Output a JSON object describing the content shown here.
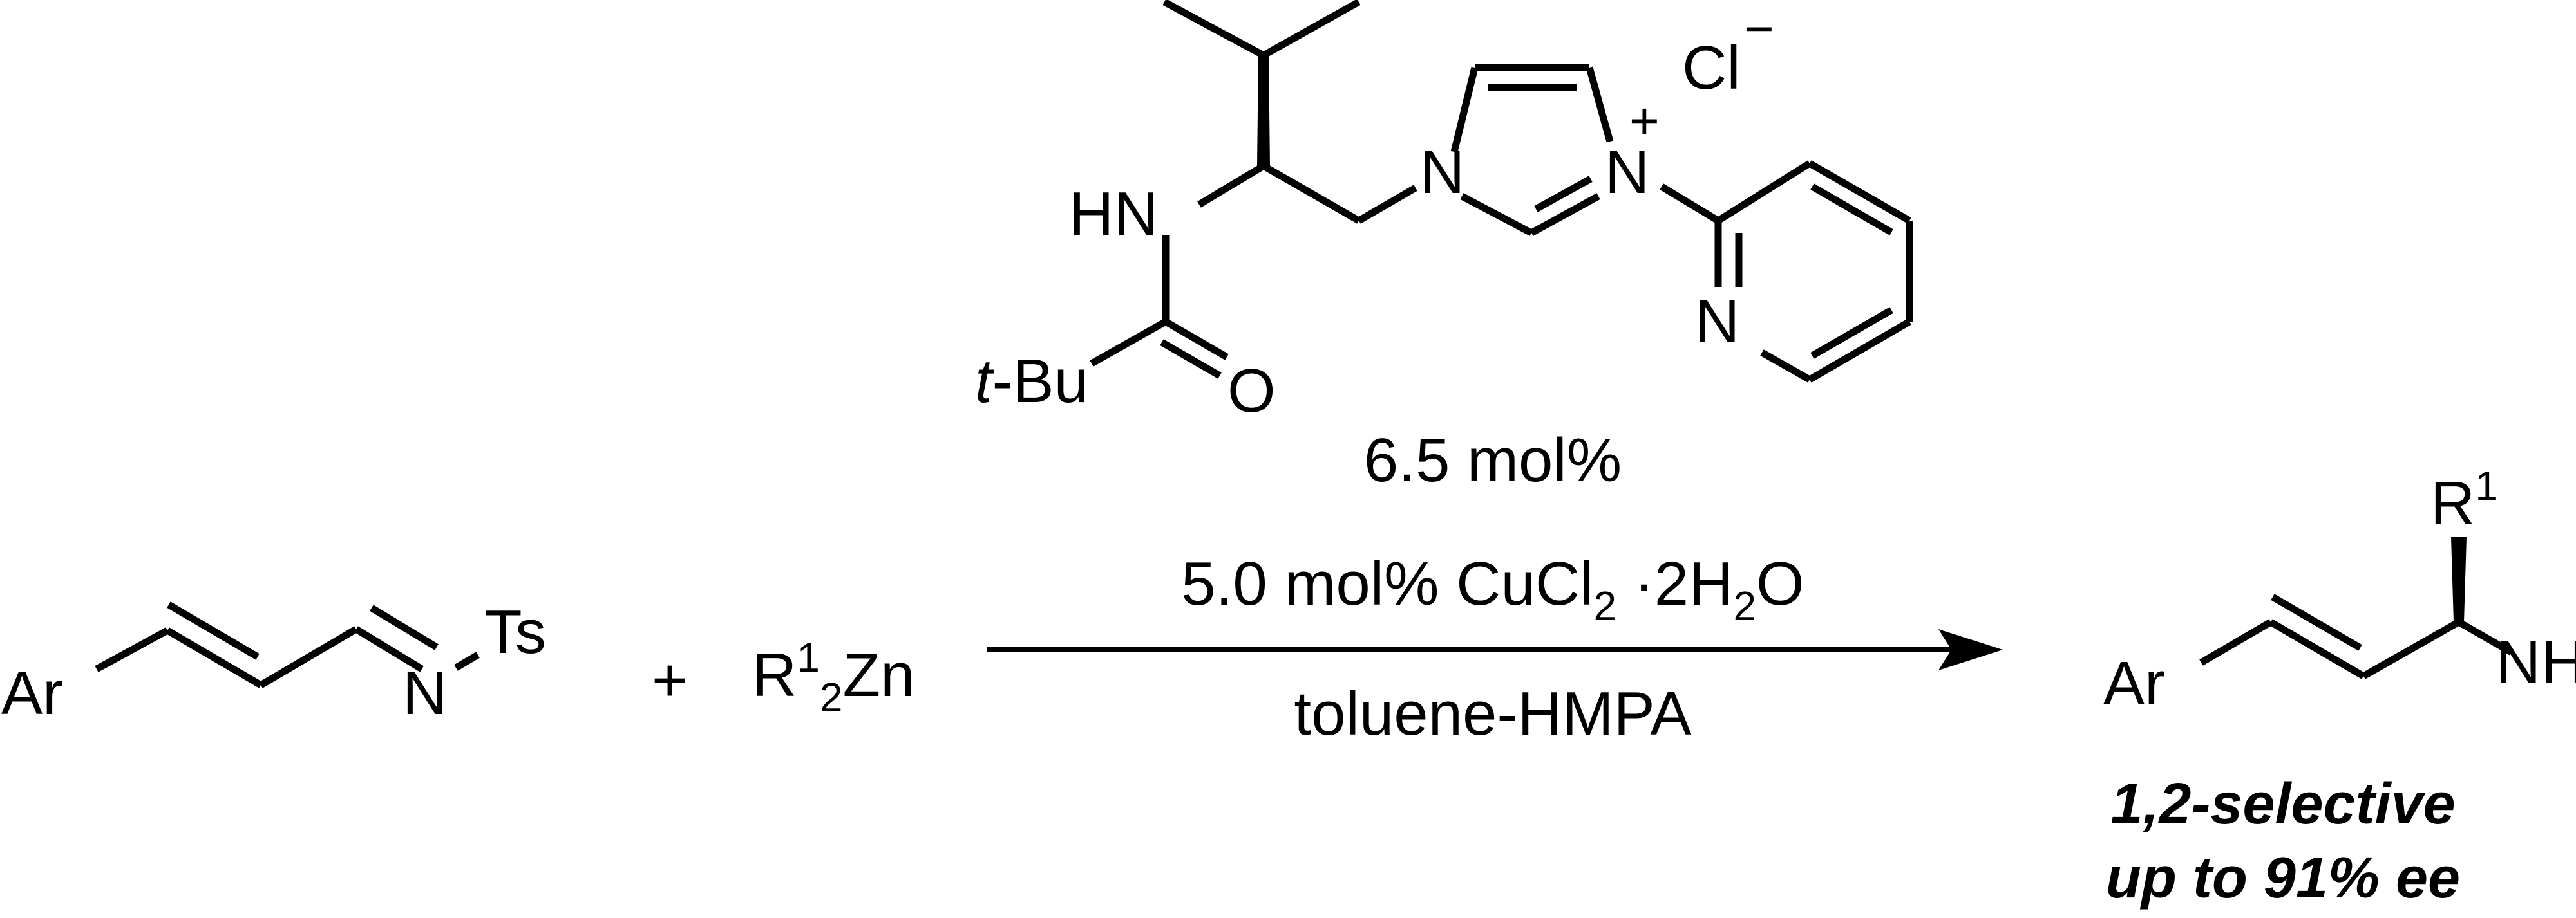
{
  "catalyst": {
    "hn": "HN",
    "tbu_prefix": "t",
    "tbu_suffix": "-Bu",
    "oxygen": "O",
    "n_imidazole_1": "N",
    "n_imidazole_3": "N",
    "plus": "+",
    "n_pyridine": "N",
    "counterion": "Cl",
    "counterion_charge": "−",
    "loading": "6.5 mol%"
  },
  "reactant1": {
    "ar": "Ar",
    "n": "N",
    "ts": "Ts"
  },
  "plus_sign": "+",
  "reagent": {
    "r": "R",
    "sup": "1",
    "sub": "2",
    "zn": "Zn"
  },
  "conditions": {
    "above_main": "5.0 mol% CuCl",
    "above_sub": "2",
    "above_mid": " ·2H",
    "above_sub2": "2",
    "above_end": "O",
    "below": "toluene-HMPA"
  },
  "product": {
    "ar": "Ar",
    "r": "R",
    "r_sup": "1",
    "nhts": "NHTs"
  },
  "notes": {
    "line1": "1,2-selective",
    "line2": "up to 91% ee"
  }
}
